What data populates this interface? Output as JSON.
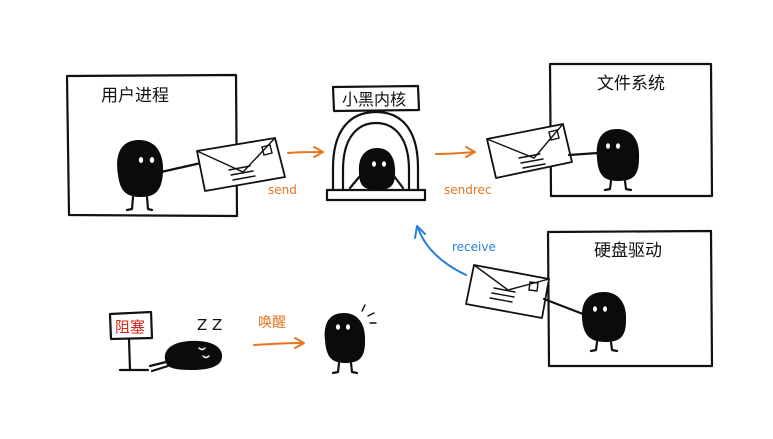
{
  "labels": {
    "user_process": "用户进程",
    "kernel": "小黑内核",
    "file_system": "文件系统",
    "disk_driver": "硬盘驱动",
    "blocked": "阻塞",
    "zzz": "Z Z",
    "wake": "唤醒"
  },
  "arrows": {
    "send": "send",
    "sendrec": "sendrec",
    "receive": "receive"
  },
  "colors": {
    "ink": "#111111",
    "arrow_orange": "#e8741c",
    "arrow_blue": "#2a7fd8",
    "blocked_red": "#d7261e",
    "background": "#ffffff"
  }
}
